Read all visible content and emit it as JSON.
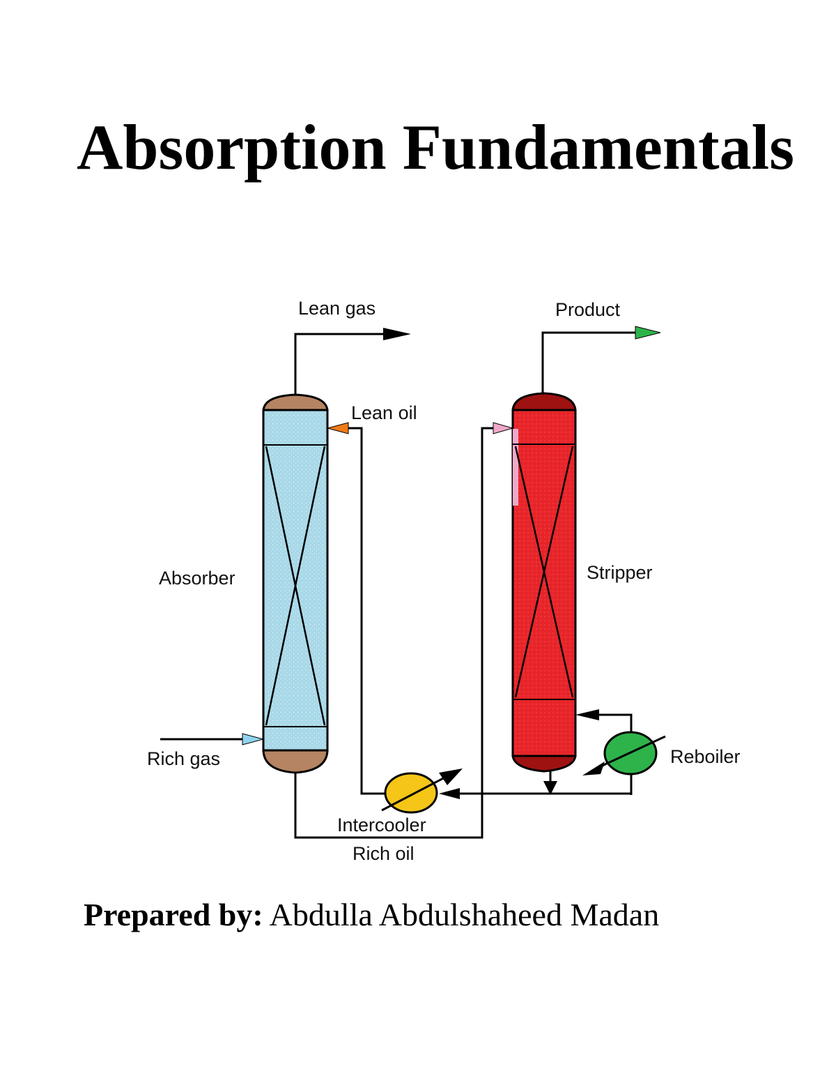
{
  "document": {
    "title": "Absorption Fundamentals",
    "prepared_by_label": "Prepared by:",
    "author": "Abdulla Abdulshaheed Madan"
  },
  "diagram": {
    "labels": {
      "lean_gas": "Lean gas",
      "product": "Product",
      "lean_oil": "Lean oil",
      "absorber": "Absorber",
      "stripper": "Stripper",
      "rich_gas": "Rich gas",
      "reboiler": "Reboiler",
      "intercooler": "Intercooler",
      "rich_oil": "Rich oil"
    },
    "colors": {
      "absorber_fill": "#a8d8e8",
      "absorber_caps": "#b58462",
      "stripper_fill": "#e8252a",
      "stripper_caps": "#9e1212",
      "reboiler": "#2eb34a",
      "intercooler": "#f5c518",
      "lean_oil_arrow": "#f07a1a",
      "stripper_feed_arrow": "#f0a8c8",
      "product_arrow": "#2eb34a",
      "rich_gas_arrow": "#8fd3ec"
    }
  }
}
